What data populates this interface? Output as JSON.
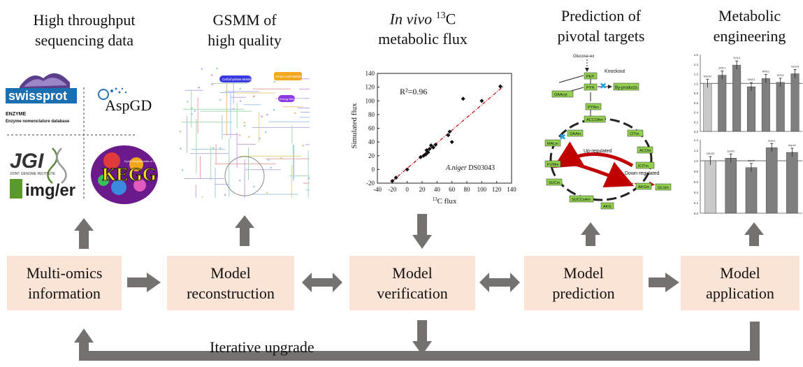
{
  "headings": {
    "sequencing_line1": "High throughput",
    "sequencing_line2": "sequencing data",
    "gsmm_line1": "GSMM of",
    "gsmm_line2": "high quality",
    "flux_italic": "In vivo",
    "flux_sup": "13",
    "flux_c": "C",
    "flux_line2": "metabolic flux",
    "targets_line1": "Prediction of",
    "targets_line2": "pivotal targets",
    "engineering_line1": "Metabolic",
    "engineering_line2": "engineering"
  },
  "boxes": {
    "multiomics_line1": "Multi-omics",
    "multiomics_line2": "information",
    "reconstruction_line1": "Model",
    "reconstruction_line2": "reconstruction",
    "verification_line1": "Model",
    "verification_line2": "verification",
    "prediction_line1": "Model",
    "prediction_line2": "prediction",
    "application_line1": "Model",
    "application_line2": "application"
  },
  "loop_label": "Iterative upgrade",
  "databases": {
    "swissprot": "swissprot",
    "enzyme": "ENZYME",
    "enzyme_sub": "Enzyme nomenclature database",
    "aspgd": "AspGD",
    "jgi": "JGI",
    "jgi_sub": "JOINT GENOME INSTITUTE",
    "imger": "img/er",
    "kegg": "KEGG",
    "kegg_sub": "Kyoto Encyclopedia of Genes and Genomes"
  },
  "gsmm_map": {
    "label_1": "Carbohydrate Metabolism",
    "label_2": "Amino Acid Metabolism",
    "label_3": "Energy Metabolism"
  },
  "chart_data": {
    "type": "scatter",
    "xlabel": "13C flux",
    "ylabel": "Simulated flux",
    "xlim": [
      -40,
      140
    ],
    "ylim": [
      -20,
      140
    ],
    "xticks": [
      -40,
      -20,
      0,
      20,
      40,
      60,
      80,
      100,
      120,
      140
    ],
    "yticks": [
      -20,
      0,
      20,
      40,
      60,
      80,
      100,
      120,
      140
    ],
    "annotation": "R²=0.96",
    "strain_italic": "A.niger",
    "strain_rest": "DS03043",
    "points": [
      {
        "x": -20,
        "y": -17
      },
      {
        "x": -15,
        "y": -12
      },
      {
        "x": 0,
        "y": 0
      },
      {
        "x": 18,
        "y": 18
      },
      {
        "x": 22,
        "y": 20
      },
      {
        "x": 25,
        "y": 22
      },
      {
        "x": 26,
        "y": 28
      },
      {
        "x": 28,
        "y": 25
      },
      {
        "x": 30,
        "y": 30
      },
      {
        "x": 32,
        "y": 35
      },
      {
        "x": 35,
        "y": 32
      },
      {
        "x": 38,
        "y": 36
      },
      {
        "x": 55,
        "y": 50
      },
      {
        "x": 57,
        "y": 55
      },
      {
        "x": 60,
        "y": 40
      },
      {
        "x": 75,
        "y": 103
      },
      {
        "x": 100,
        "y": 100
      },
      {
        "x": 125,
        "y": 121
      }
    ],
    "fit": {
      "x": [
        -20,
        130
      ],
      "y": [
        -17,
        122
      ]
    }
  },
  "pathway": {
    "glucose": "Glucose-ex",
    "knockout": "Knockout",
    "byproducts": "By-products",
    "up": "Up-regulated",
    "down": "Down-regulated",
    "nodes": [
      "PEP",
      "PYR",
      "OAAcyt",
      "PYRm",
      "ACCOAm",
      "OAAm",
      "CITm",
      "ACOm",
      "MALm",
      "ICITm",
      "FUMm",
      "AKGm",
      "SUCm",
      "SUCCoAm",
      "AKG",
      "GLUm"
    ]
  },
  "bars": {
    "top": {
      "labels": [
        "NSOD",
        "ZMF1",
        "SOL3",
        "GND1",
        "RPE1",
        "SPD1",
        "GDH3"
      ],
      "values": [
        1.0,
        1.17,
        1.38,
        0.93,
        1.1,
        1.02,
        1.2
      ],
      "ylim": [
        0,
        1.6
      ],
      "yticks": [
        "0.0",
        "0.2",
        "0.4",
        "0.6",
        "0.8",
        "1.0",
        "1.2",
        "1.4",
        "1.6"
      ]
    },
    "bottom": {
      "labels": [
        "NSOD",
        "Δzwf1",
        "Δsol4",
        "Δrpe1",
        "Δspd1"
      ],
      "values": [
        1.0,
        1.05,
        0.87,
        1.25,
        1.16
      ],
      "ylim": [
        0,
        1.4
      ],
      "yticks": [
        "0.0",
        "0.2",
        "0.4",
        "0.6",
        "0.8",
        "1.0",
        "1.2",
        "1.4"
      ]
    }
  },
  "colors": {
    "box_fill": "#fbe3d6",
    "arrow": "#767171",
    "fit_line": "#c00000",
    "pathway_node": "#92d050",
    "pathway_red": "#c00000",
    "bar_dark": "#7f7f7f",
    "bar_light": "#c9c9c9"
  }
}
